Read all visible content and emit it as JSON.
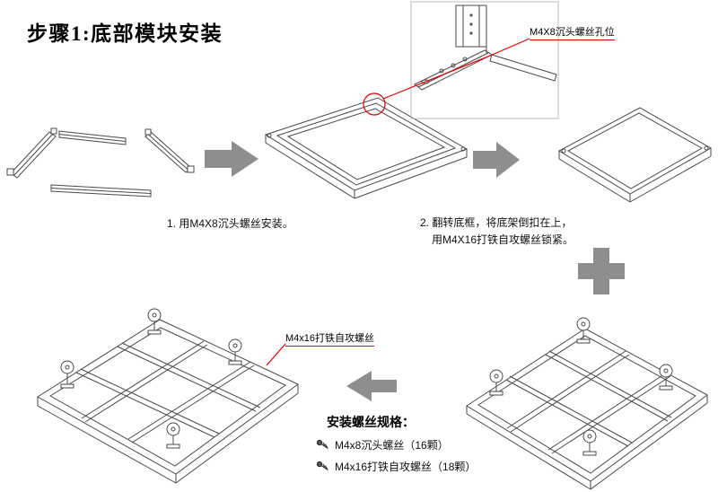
{
  "title": "步骤1:底部模块安装",
  "callouts": {
    "top": "M4X8沉头螺丝孔位",
    "bottom": "M4x16打铁自攻螺丝"
  },
  "steps": {
    "step1": "1. 用M4X8沉头螺丝安装。",
    "step2_line1": "2. 翻转底框，将底架倒扣在上，",
    "step2_line2": "用M4X16打铁自攻螺丝锁紧。"
  },
  "specs": {
    "heading": "安装螺丝规格：",
    "items": [
      {
        "label": "M4x8沉头螺丝（16颗）"
      },
      {
        "label": "M4x16打铁自攻螺丝（18颗）"
      }
    ]
  },
  "colors": {
    "callout_red": "#e60000",
    "arrow_gray": "#8e8e8e",
    "line_gray": "#4a4a4a"
  }
}
